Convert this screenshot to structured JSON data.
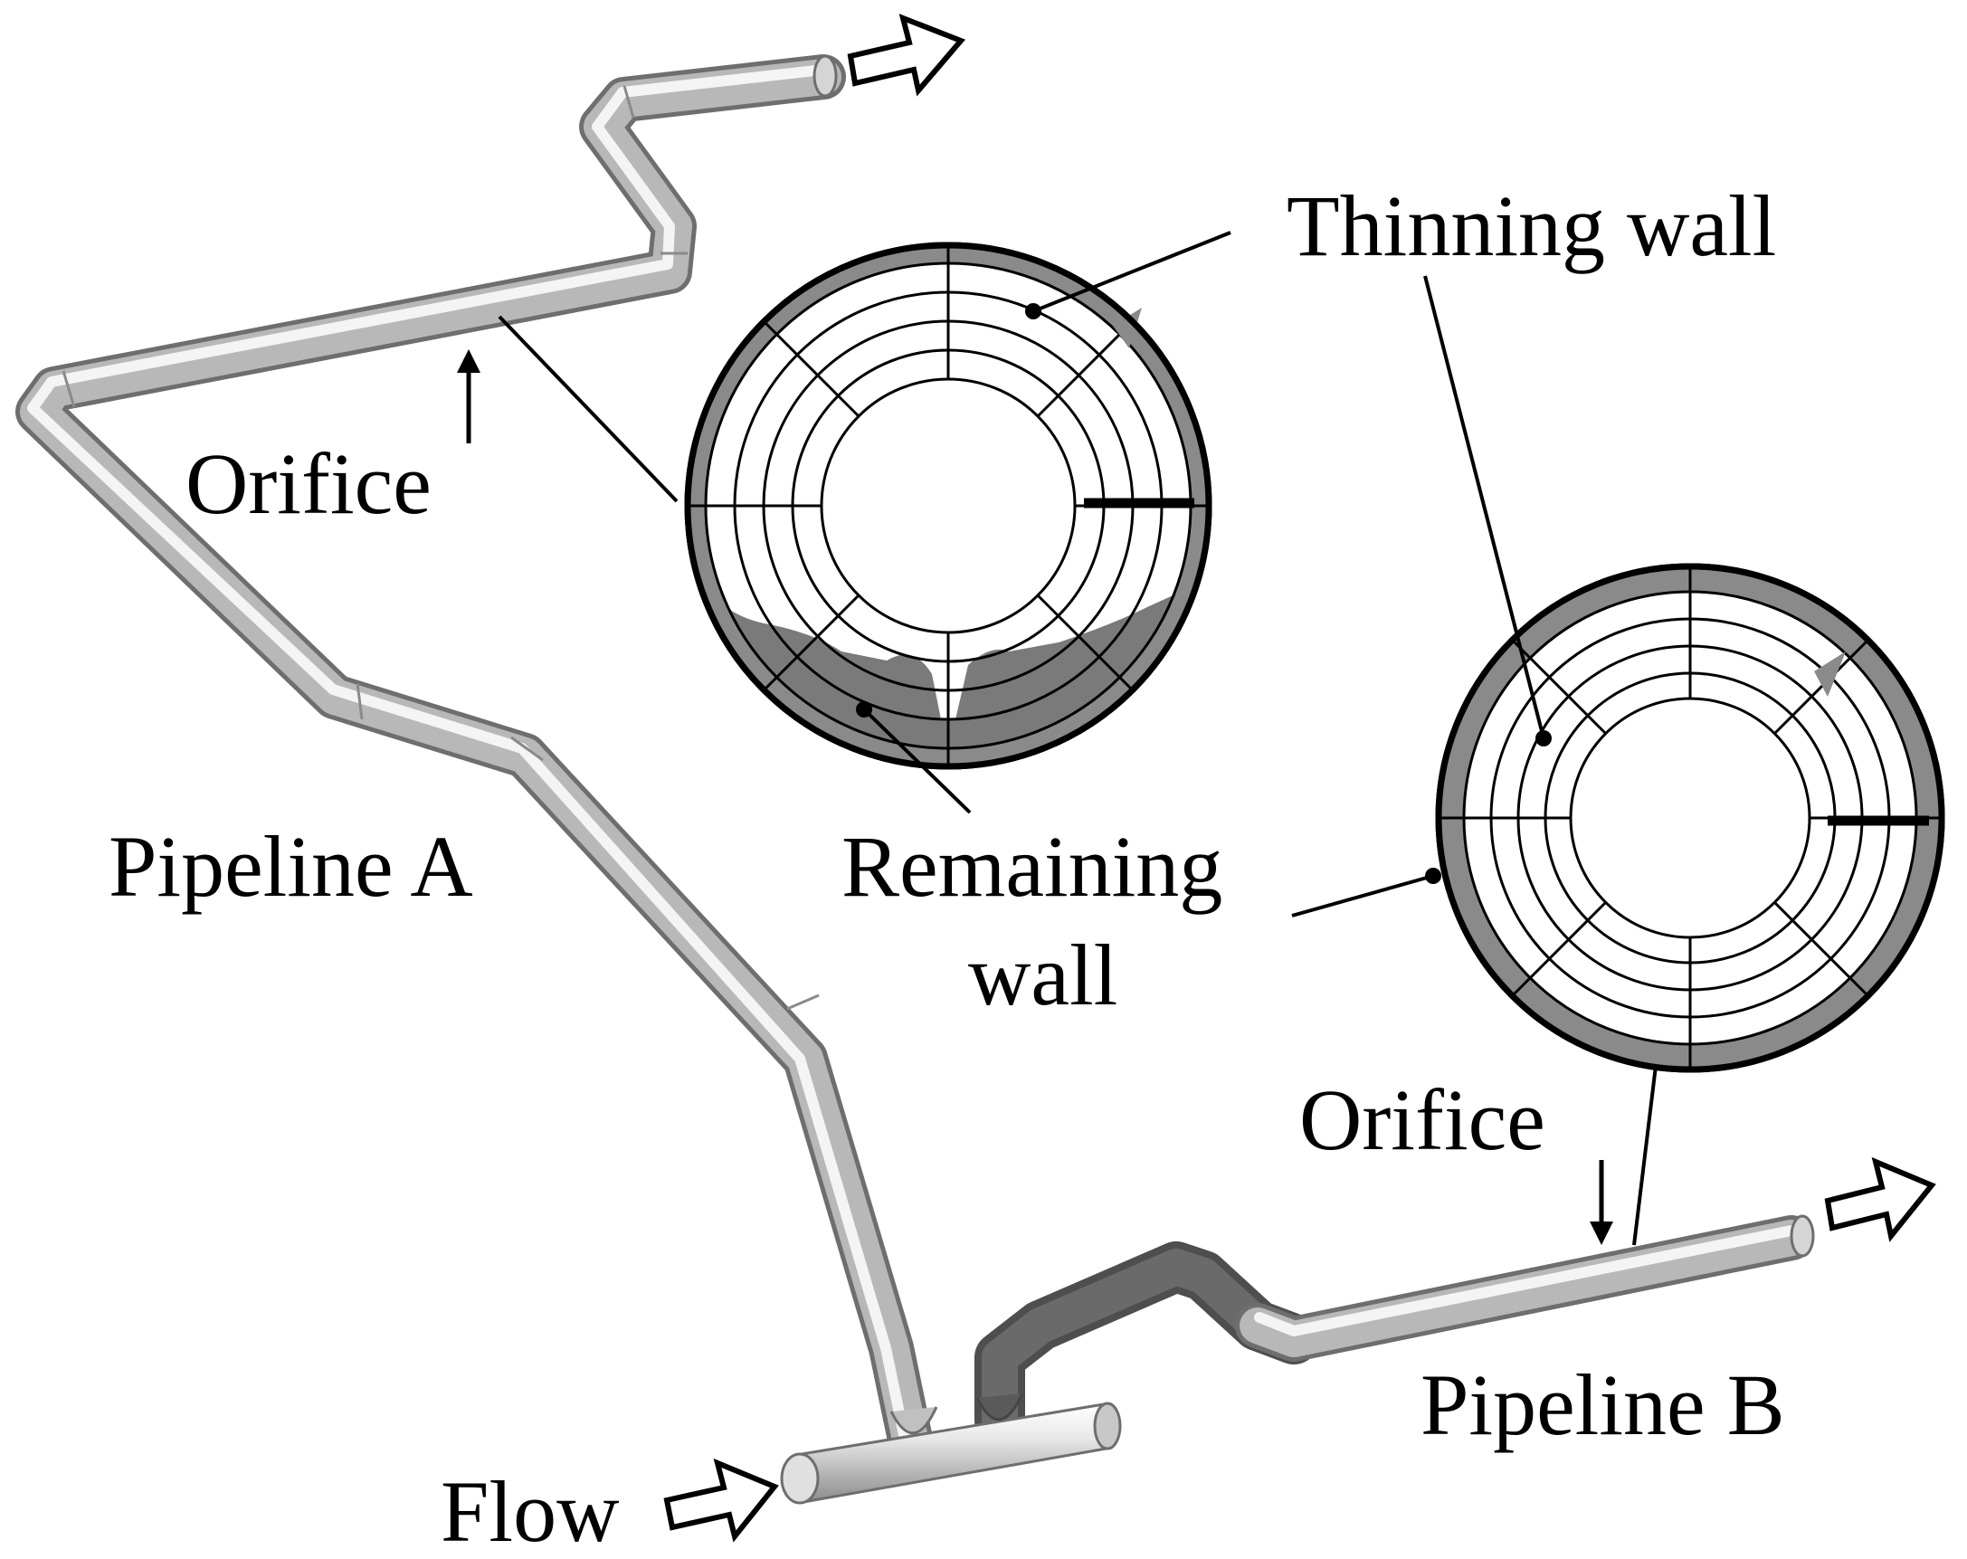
{
  "labels": {
    "orifice_a": "Orifice",
    "thinning_wall": "Thinning wall",
    "pipeline_a": "Pipeline A",
    "remaining_wall_line1": "Remaining",
    "remaining_wall_line2": "wall",
    "orifice_b": "Orifice",
    "pipeline_b": "Pipeline B",
    "flow": "Flow"
  },
  "colors": {
    "pipe_light": "#f2f2f2",
    "pipe_mid": "#b4b4b4",
    "pipe_dark": "#777777",
    "remaining_wall_shade": "#7a7a7a",
    "line": "#000000"
  }
}
